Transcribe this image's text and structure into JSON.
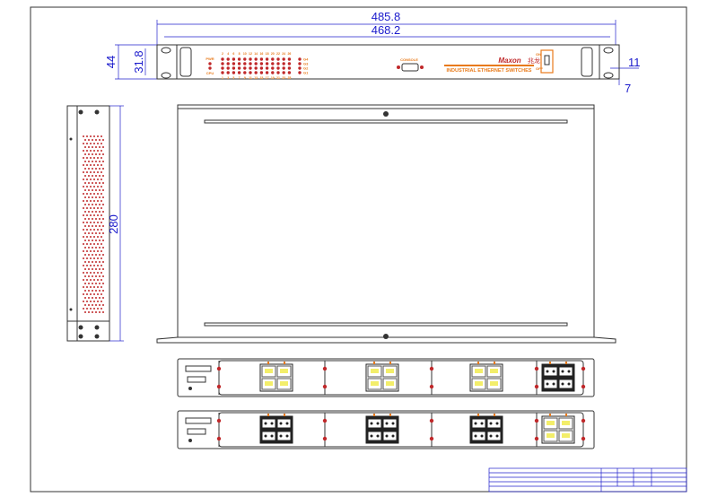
{
  "dimensions": {
    "overall_width": "485.8",
    "panel_width": "468.2",
    "height": "44",
    "hole_spacing": "31.8",
    "ear_offset": "11",
    "hole_offset": "7",
    "depth": "280"
  },
  "front_panel": {
    "brand": "Maxon",
    "brand_cn": "兆龙",
    "product": "INDUSTRIAL ETHERNET SWITCHES",
    "console_label": "CONSOLE",
    "pwr_label": "PWR",
    "cpu_label": "CPU",
    "on_label": "ON",
    "off_label": "OFF",
    "top_port_numbers": [
      "2",
      "4",
      "6",
      "8",
      "10",
      "12",
      "14",
      "16",
      "18",
      "20",
      "22",
      "24",
      "26"
    ],
    "bottom_port_numbers": [
      "1",
      "3",
      "5",
      "7",
      "9",
      "11",
      "13",
      "15",
      "17",
      "19",
      "21",
      "23",
      "25"
    ],
    "gig_labels": [
      "G4",
      "G3",
      "G2",
      "G1"
    ]
  },
  "colors": {
    "dimension": "#1a1acc",
    "led": "#c0282a",
    "accent": "#e87a1a",
    "line": "#333333"
  }
}
